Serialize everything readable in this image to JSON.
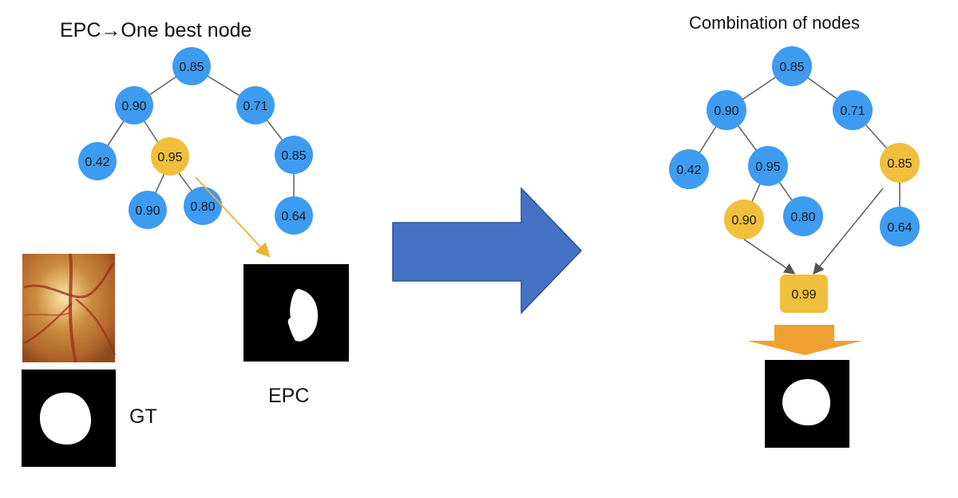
{
  "left": {
    "title": "EPC→One best node",
    "tree": {
      "root": "0.85",
      "left_child": "0.90",
      "right_child": "0.71",
      "ll": "0.42",
      "lr": "0.95",
      "rr": "0.85",
      "lrl": "0.90",
      "lrr": "0.80",
      "rrr": "0.64"
    },
    "highlighted_node": "0.95",
    "gt_label": "GT",
    "epc_label": "EPC"
  },
  "right": {
    "title": "Combination of nodes",
    "tree": {
      "root": "0.85",
      "left_child": "0.90",
      "right_child": "0.71",
      "ll": "0.42",
      "lr": "0.95",
      "rr": "0.85",
      "lrl": "0.90",
      "lrr": "0.80",
      "rrr": "0.64"
    },
    "highlighted_nodes": [
      "0.90",
      "0.85"
    ],
    "combined_score": "0.99"
  },
  "colors": {
    "node_blue": "#3d9bf0",
    "node_gold": "#f0bf3c",
    "big_arrow": "#4672c4",
    "orange_arrow": "#f0a030",
    "gold_arrow": "#f0b030",
    "edge": "#666666",
    "mask_bg": "#000000",
    "mask_fg": "#ffffff"
  }
}
